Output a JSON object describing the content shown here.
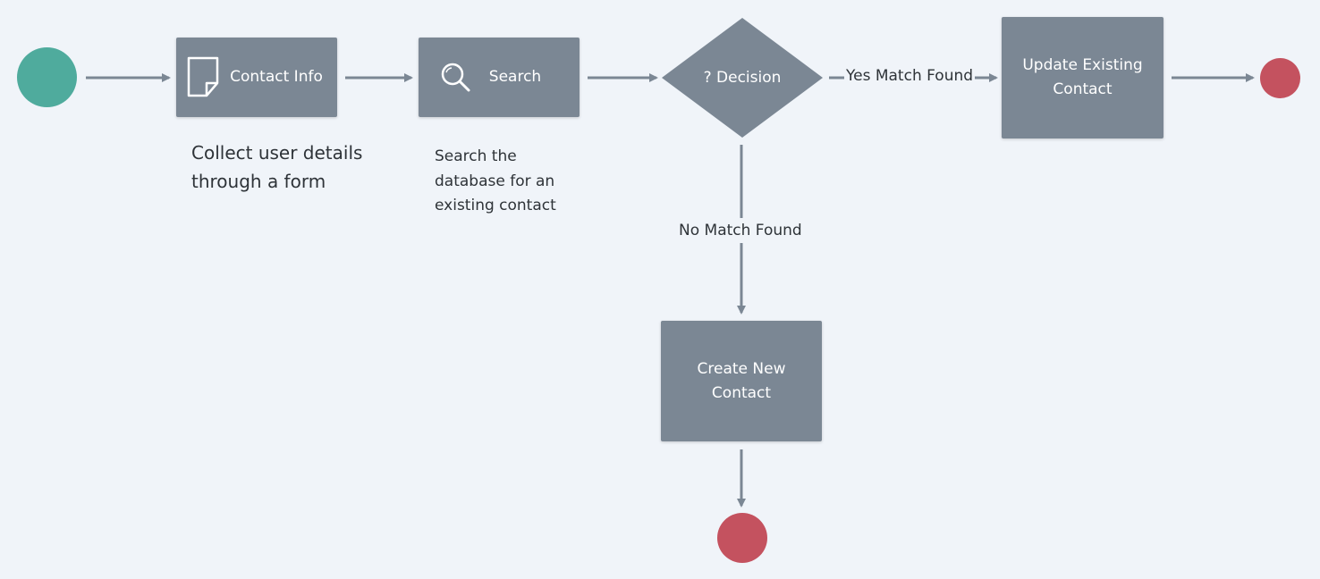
{
  "nodes": {
    "contact_info": {
      "label": "Contact Info",
      "icon": "document-icon"
    },
    "search": {
      "label": "Search",
      "icon": "search-icon"
    },
    "decision": {
      "label": "? Decision"
    },
    "update_existing": {
      "label_line1": "Update Existing",
      "label_line2": "Contact"
    },
    "create_new": {
      "label_line1": "Create New",
      "label_line2": "Contact"
    }
  },
  "edges": {
    "yes_label": "Yes Match Found",
    "no_label": "No Match Found"
  },
  "annotations": {
    "contact_info_desc": "Collect user details through a form",
    "search_desc": "Search the database for an existing contact"
  },
  "colors": {
    "start": "#4fab9d",
    "end": "#c4525f",
    "process": "#7b8794",
    "connector": "#7b8794",
    "background": "#f0f4f9",
    "text": "#2e3338"
  }
}
